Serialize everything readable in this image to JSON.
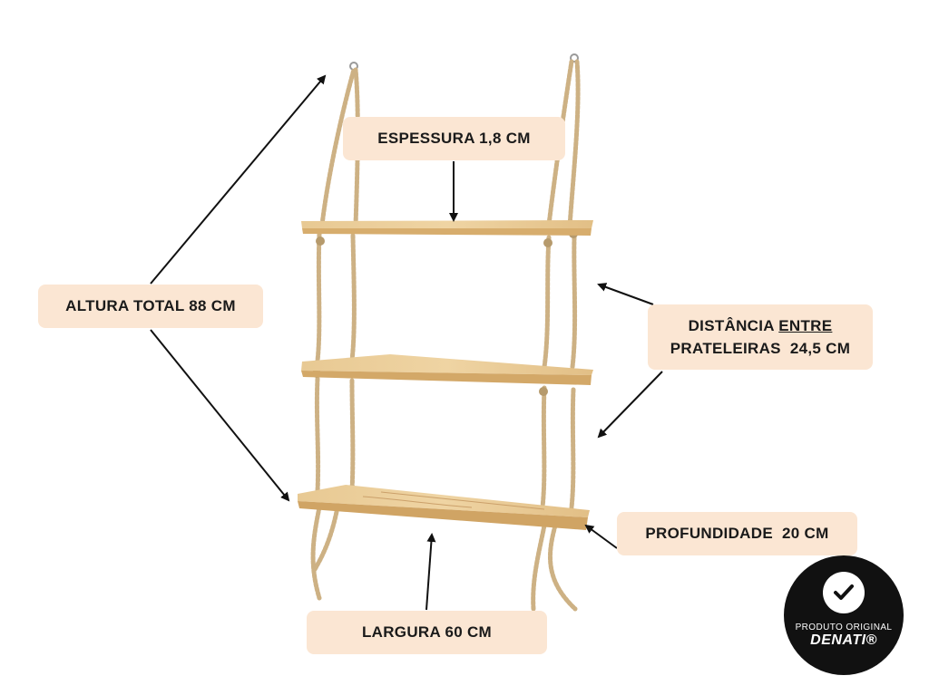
{
  "labels": {
    "espessura": "ESPESSURA 1,8 CM",
    "altura_total": "ALTURA TOTAL 88 CM",
    "distancia_part1": "DISTÂNCIA ",
    "distancia_underlined": "ENTRE",
    "distancia_line2": "PRATELEIRAS  24,5 CM",
    "profundidade": "PROFUNDIDADE  20 CM",
    "largura": "LARGURA 60 CM"
  },
  "badge": {
    "line1": "PRODUTO ORIGINAL",
    "line2": "DENATI®",
    "icon": "checkmark-icon"
  },
  "colors": {
    "label_background": "#fbe6d3",
    "wood": "#e2bf86",
    "rope": "#cdb184",
    "badge": "#111111"
  }
}
